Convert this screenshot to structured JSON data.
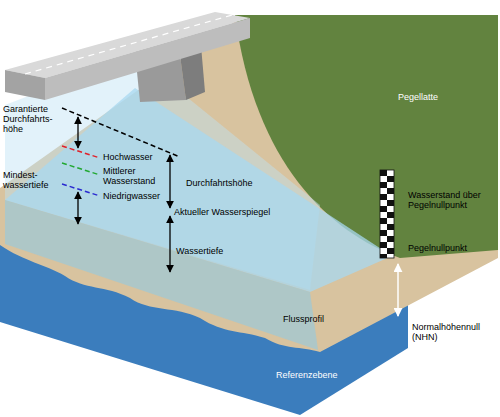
{
  "diagram": {
    "labels": [
      "Garantierte Durchfahrts- höhe",
      "Mindest- wassertiefe",
      "Hochwasser",
      "Mittlerer Wasserstand",
      "Niedrigwasser",
      "Durchfahrtshöhe",
      "Aktueller Wasserspiegel",
      "Wassertiefe",
      "Pegellatte",
      "Wasserstand über Pegelnullpunkt",
      "Pegelnullpunkt",
      "Normalhöhennull (NHN)",
      "Flussprofil",
      "Referenzebene"
    ]
  }
}
